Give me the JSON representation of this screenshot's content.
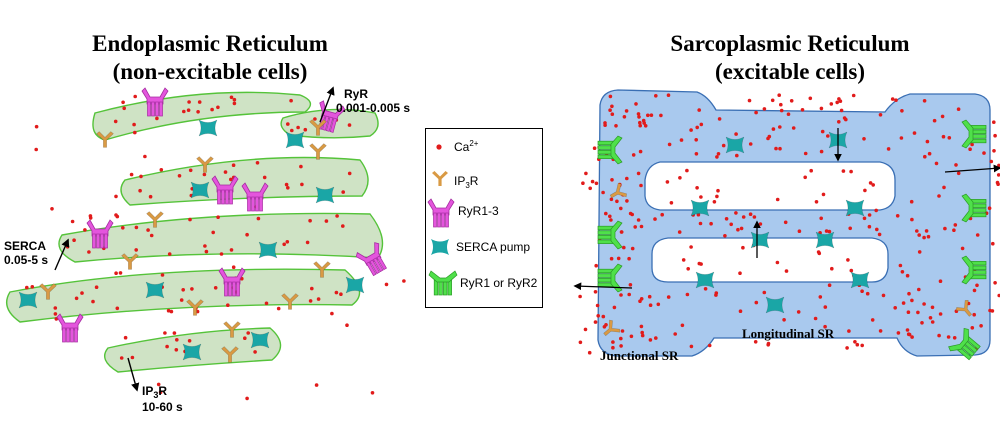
{
  "titles": {
    "er_line1": "Endoplasmic Reticulum",
    "er_line2": "(non-excitable cells)",
    "sr_line1": "Sarcoplasmic Reticulum",
    "sr_line2": "(excitable cells)"
  },
  "annotations": {
    "ryr": "RyR",
    "ryr_time": "0.001-0.005 s",
    "serca": "SERCA",
    "serca_time": "0.05-5 s",
    "ip3r_prefix": "IP",
    "ip3r_sub": "3",
    "ip3r_suffix": "R",
    "ip3r_time": "10-60 s",
    "junctional_sr": "Junctional SR",
    "longitudinal_sr": "Longitudinal SR"
  },
  "legend": {
    "ca_prefix": "Ca",
    "ca_sup": "2+",
    "ip3r_prefix": "IP",
    "ip3r_sub": "3",
    "ip3r_suffix": "R",
    "ryr13": "RyR1-3",
    "serca_pump": "SERCA pump",
    "ryr12": "RyR1 or RyR2"
  },
  "colors": {
    "er_fill": "#cfe3c5",
    "er_stroke": "#55c33a",
    "sr_fill": "#a9c9ee",
    "sr_stroke": "#3a6fb4",
    "calcium": "#e11b1b",
    "ip3r": "#d99a44",
    "ryr13": "#e455dd",
    "serca": "#1aa6a6",
    "ryr12": "#4fe04a"
  }
}
